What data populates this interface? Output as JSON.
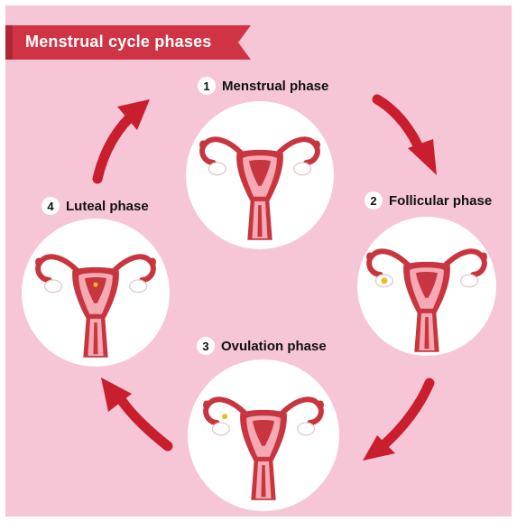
{
  "title": "Menstrual cycle phases",
  "phases": [
    {
      "number": "1",
      "name": "Menstrual phase"
    },
    {
      "number": "2",
      "name": "Follicular phase"
    },
    {
      "number": "3",
      "name": "Ovulation phase"
    },
    {
      "number": "4",
      "name": "Luteal phase"
    }
  ],
  "colors": {
    "background": "#f6c6d6",
    "banner": "#cf3344",
    "arrow": "#c81e2e",
    "uterus_outer": "#c8353f",
    "uterus_inner": "#f4a9b3"
  }
}
